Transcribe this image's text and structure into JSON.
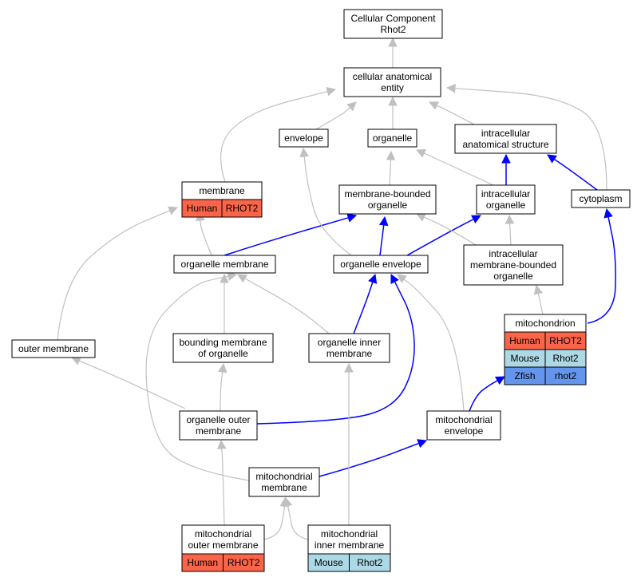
{
  "colors": {
    "human": "#fa6449",
    "mouse": "#add8e6",
    "zfish": "#6495ed",
    "gray_edge": "#c0c0c0",
    "blue_edge": "#0000ff"
  },
  "nodes": {
    "root": [
      "Cellular Component",
      "Rhot2"
    ],
    "cae": [
      "cellular anatomical",
      "entity"
    ],
    "envelope": [
      "envelope"
    ],
    "organelle": [
      "organelle"
    ],
    "ias": [
      "intracellular",
      "anatomical structure"
    ],
    "membrane": [
      "membrane"
    ],
    "mbo": [
      "membrane-bounded",
      "organelle"
    ],
    "io": [
      "intracellular",
      "organelle"
    ],
    "cytoplasm": [
      "cytoplasm"
    ],
    "om": [
      "organelle membrane"
    ],
    "oe": [
      "organelle envelope"
    ],
    "imbo": [
      "intracellular",
      "membrane-bounded",
      "organelle"
    ],
    "mito": [
      "mitochondrion"
    ],
    "outer": [
      "outer membrane"
    ],
    "bmo": [
      "bounding membrane",
      "of organelle"
    ],
    "oim": [
      "organelle inner",
      "membrane"
    ],
    "oom": [
      "organelle outer",
      "membrane"
    ],
    "menv": [
      "mitochondrial",
      "envelope"
    ],
    "mm": [
      "mitochondrial",
      "membrane"
    ],
    "mom": [
      "mitochondrial",
      "outer membrane"
    ],
    "mim": [
      "mitochondrial",
      "inner membrane"
    ]
  },
  "annotations": {
    "membrane": [
      {
        "species": "Human",
        "gene": "RHOT2"
      }
    ],
    "mito": [
      {
        "species": "Human",
        "gene": "RHOT2"
      },
      {
        "species": "Mouse",
        "gene": "Rhot2"
      },
      {
        "species": "Zfish",
        "gene": "rhot2"
      }
    ],
    "mom": [
      {
        "species": "Human",
        "gene": "RHOT2"
      }
    ],
    "mim": [
      {
        "species": "Mouse",
        "gene": "Rhot2"
      }
    ]
  }
}
